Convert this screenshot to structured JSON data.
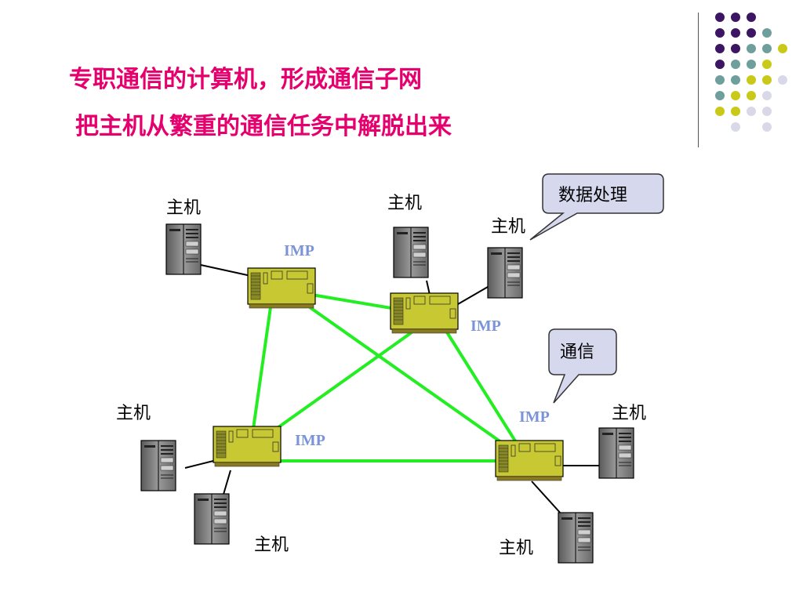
{
  "slide": {
    "title_line1": "专职通信的计算机，形成通信子网",
    "title_line2": "把主机从繁重的通信任务中解脱出来"
  },
  "diagram": {
    "host_label": "主机",
    "imp_label": "IMP",
    "callout_processing": "数据处理",
    "callout_communication": "通信",
    "hosts": [
      "主机",
      "主机",
      "主机",
      "主机",
      "主机",
      "主机",
      "主机"
    ],
    "imps": [
      "IMP",
      "IMP",
      "IMP",
      "IMP"
    ]
  },
  "colors": {
    "title": "#e6006e",
    "imp_body": "#c8c832",
    "subnet_link": "#22ee22",
    "imp_text": "#7b93d8",
    "callout_fill": "#d6d8ee",
    "dot_purple": "#3d1663",
    "dot_teal": "#6f9f9c",
    "dot_yellow": "#c9c918",
    "dot_lavender": "#d8d8e8"
  }
}
